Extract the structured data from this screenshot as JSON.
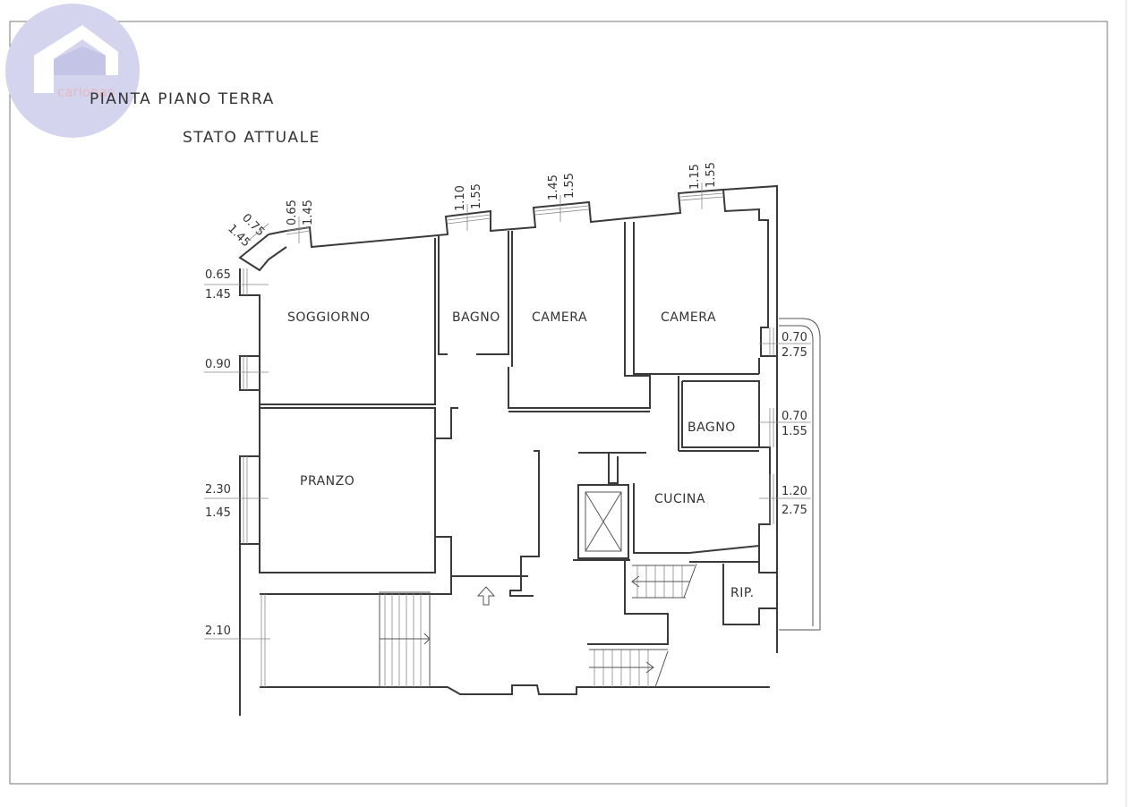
{
  "title_line1": "PIANTA PIANO TERRA",
  "title_line2": "STATO ATTUALE",
  "logo_text": "carlonas",
  "rooms": {
    "soggiorno": "SOGGIORNO",
    "bagno1": "BAGNO",
    "camera1": "CAMERA",
    "camera2": "CAMERA",
    "bagno2": "BAGNO",
    "pranzo": "PRANZO",
    "cucina": "CUCINA",
    "rip": "RIP."
  },
  "dimensions": {
    "corner_a": "0.75",
    "corner_b": "1.45",
    "top1_a": "0.65",
    "top1_b": "1.45",
    "top2_a": "1.10",
    "top2_b": "1.55",
    "top3_a": "1.45",
    "top3_b": "1.55",
    "top4_a": "1.15",
    "top4_b": "1.55",
    "left1_a": "0.65",
    "left1_b": "1.45",
    "left2": "0.90",
    "left3_a": "2.30",
    "left3_b": "1.45",
    "left4": "2.10",
    "right1_a": "0.70",
    "right1_b": "2.75",
    "right2_a": "0.70",
    "right2_b": "1.55",
    "right3_a": "1.20",
    "right3_b": "2.75"
  },
  "colors": {
    "logo": "#d4d4ee",
    "walls": "#3a3a3a",
    "text": "#333333"
  }
}
